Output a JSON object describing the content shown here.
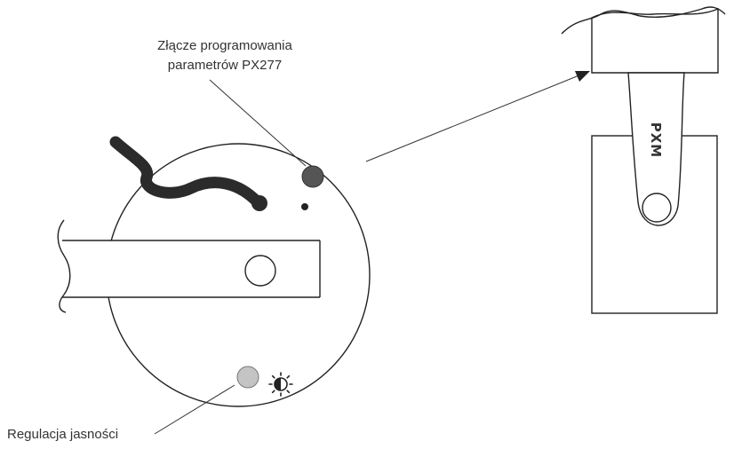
{
  "labels": {
    "connector_line1": "Złącze programowania",
    "connector_line2": "parametrów PX277",
    "brightness": "Regulacja jasności"
  },
  "logo": "PXM",
  "icons": {
    "brightness": "brightness-contrast-icon"
  },
  "colors": {
    "stroke": "#222222",
    "connector_dot": "#555555",
    "knob": "#c4c4c4",
    "cable": "#2b2b2b",
    "text": "#333333"
  }
}
